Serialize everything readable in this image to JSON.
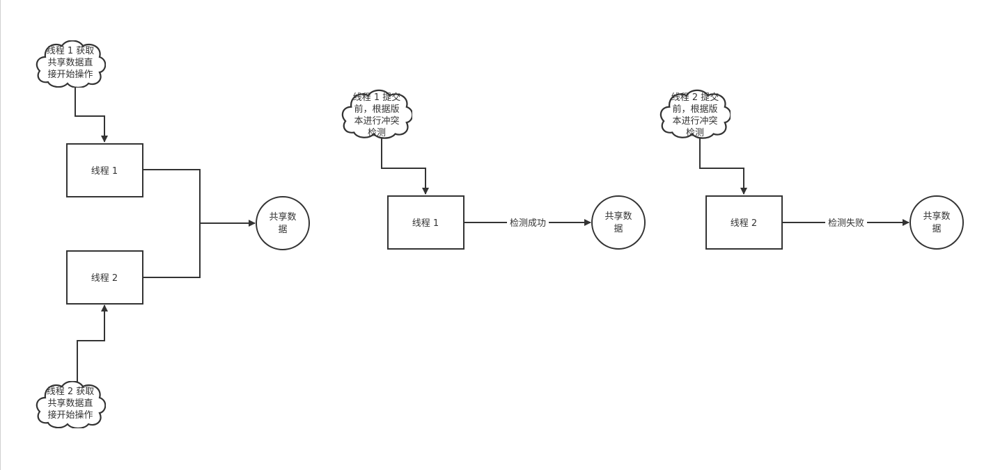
{
  "colors": {
    "stroke": "#333333",
    "fill": "#ffffff",
    "text": "#333333"
  },
  "diagram1": {
    "cloud_top_lines": [
      "线程 1 获取",
      "共享数据直",
      "接开始操作"
    ],
    "cloud_bottom_lines": [
      "线程 2 获取",
      "共享数据直",
      "接开始操作"
    ],
    "box_thread1": "线程 1",
    "box_thread2": "线程 2",
    "circle_lines": [
      "共享数",
      "据"
    ]
  },
  "diagram2": {
    "cloud_lines": [
      "线程 1 提交",
      "前，根据版",
      "本进行冲突",
      "检测"
    ],
    "box": "线程 1",
    "edge_label": "检测成功",
    "circle_lines": [
      "共享数",
      "据"
    ]
  },
  "diagram3": {
    "cloud_lines": [
      "线程 2 提交",
      "前，根据版",
      "本进行冲突",
      "检测"
    ],
    "box": "线程 2",
    "edge_label": "检测失败",
    "circle_lines": [
      "共享数",
      "据"
    ]
  }
}
